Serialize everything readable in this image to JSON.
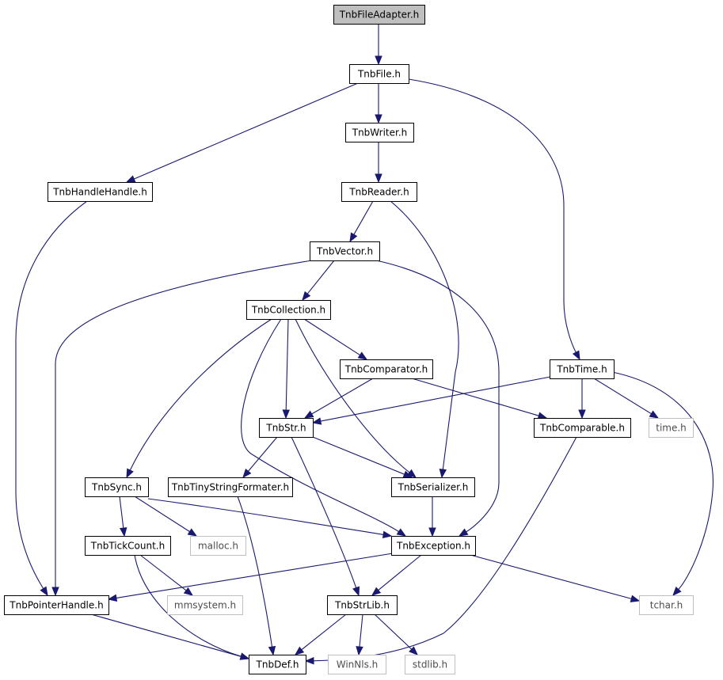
{
  "colors": {
    "edge": "#191970",
    "node_fill": "#ffffff",
    "root_fill": "#bfbfbf",
    "node_border": "#000000",
    "external_border": "#bfbfbf",
    "node_text": "#000000",
    "external_text": "#4d4d4d"
  },
  "nodes": [
    {
      "id": "n_fileadapter",
      "label": "TnbFileAdapter.h",
      "kind": "root"
    },
    {
      "id": "n_file",
      "label": "TnbFile.h",
      "kind": "local"
    },
    {
      "id": "n_writer",
      "label": "TnbWriter.h",
      "kind": "local"
    },
    {
      "id": "n_handlehandle",
      "label": "TnbHandleHandle.h",
      "kind": "local"
    },
    {
      "id": "n_reader",
      "label": "TnbReader.h",
      "kind": "local"
    },
    {
      "id": "n_vector",
      "label": "TnbVector.h",
      "kind": "local"
    },
    {
      "id": "n_collection",
      "label": "TnbCollection.h",
      "kind": "local"
    },
    {
      "id": "n_comparator",
      "label": "TnbComparator.h",
      "kind": "local"
    },
    {
      "id": "n_time",
      "label": "TnbTime.h",
      "kind": "local"
    },
    {
      "id": "n_str",
      "label": "TnbStr.h",
      "kind": "local"
    },
    {
      "id": "n_comparable",
      "label": "TnbComparable.h",
      "kind": "local"
    },
    {
      "id": "n_time_sys",
      "label": "time.h",
      "kind": "external"
    },
    {
      "id": "n_sync",
      "label": "TnbSync.h",
      "kind": "local"
    },
    {
      "id": "n_tinyfmt",
      "label": "TnbTinyStringFormater.h",
      "kind": "local"
    },
    {
      "id": "n_serializer",
      "label": "TnbSerializer.h",
      "kind": "local"
    },
    {
      "id": "n_tickcount",
      "label": "TnbTickCount.h",
      "kind": "local"
    },
    {
      "id": "n_malloc",
      "label": "malloc.h",
      "kind": "external"
    },
    {
      "id": "n_exception",
      "label": "TnbException.h",
      "kind": "local"
    },
    {
      "id": "n_pointerhandle",
      "label": "TnbPointerHandle.h",
      "kind": "local"
    },
    {
      "id": "n_mmsystem",
      "label": "mmsystem.h",
      "kind": "external"
    },
    {
      "id": "n_strlib",
      "label": "TnbStrLib.h",
      "kind": "local"
    },
    {
      "id": "n_tchar",
      "label": "tchar.h",
      "kind": "external"
    },
    {
      "id": "n_def",
      "label": "TnbDef.h",
      "kind": "local"
    },
    {
      "id": "n_winnls",
      "label": "WinNls.h",
      "kind": "external"
    },
    {
      "id": "n_stdlib",
      "label": "stdlib.h",
      "kind": "external"
    }
  ],
  "edges": [
    {
      "from": "n_fileadapter",
      "to": "n_file"
    },
    {
      "from": "n_file",
      "to": "n_writer"
    },
    {
      "from": "n_file",
      "to": "n_handlehandle"
    },
    {
      "from": "n_file",
      "to": "n_time"
    },
    {
      "from": "n_writer",
      "to": "n_reader"
    },
    {
      "from": "n_reader",
      "to": "n_vector"
    },
    {
      "from": "n_reader",
      "to": "n_serializer"
    },
    {
      "from": "n_handlehandle",
      "to": "n_pointerhandle"
    },
    {
      "from": "n_vector",
      "to": "n_collection"
    },
    {
      "from": "n_vector",
      "to": "n_pointerhandle"
    },
    {
      "from": "n_vector",
      "to": "n_exception"
    },
    {
      "from": "n_collection",
      "to": "n_comparator"
    },
    {
      "from": "n_collection",
      "to": "n_str"
    },
    {
      "from": "n_collection",
      "to": "n_sync"
    },
    {
      "from": "n_collection",
      "to": "n_serializer"
    },
    {
      "from": "n_collection",
      "to": "n_exception"
    },
    {
      "from": "n_comparator",
      "to": "n_str"
    },
    {
      "from": "n_comparator",
      "to": "n_comparable"
    },
    {
      "from": "n_time",
      "to": "n_str"
    },
    {
      "from": "n_time",
      "to": "n_comparable"
    },
    {
      "from": "n_time",
      "to": "n_time_sys"
    },
    {
      "from": "n_time",
      "to": "n_tchar"
    },
    {
      "from": "n_str",
      "to": "n_tinyfmt"
    },
    {
      "from": "n_str",
      "to": "n_serializer"
    },
    {
      "from": "n_str",
      "to": "n_strlib"
    },
    {
      "from": "n_comparable",
      "to": "n_def"
    },
    {
      "from": "n_sync",
      "to": "n_tickcount"
    },
    {
      "from": "n_sync",
      "to": "n_malloc"
    },
    {
      "from": "n_sync",
      "to": "n_exception"
    },
    {
      "from": "n_tinyfmt",
      "to": "n_def"
    },
    {
      "from": "n_serializer",
      "to": "n_exception"
    },
    {
      "from": "n_tickcount",
      "to": "n_mmsystem"
    },
    {
      "from": "n_tickcount",
      "to": "n_def"
    },
    {
      "from": "n_exception",
      "to": "n_pointerhandle"
    },
    {
      "from": "n_exception",
      "to": "n_strlib"
    },
    {
      "from": "n_exception",
      "to": "n_tchar"
    },
    {
      "from": "n_pointerhandle",
      "to": "n_def"
    },
    {
      "from": "n_strlib",
      "to": "n_def"
    },
    {
      "from": "n_strlib",
      "to": "n_winnls"
    },
    {
      "from": "n_strlib",
      "to": "n_stdlib"
    }
  ]
}
